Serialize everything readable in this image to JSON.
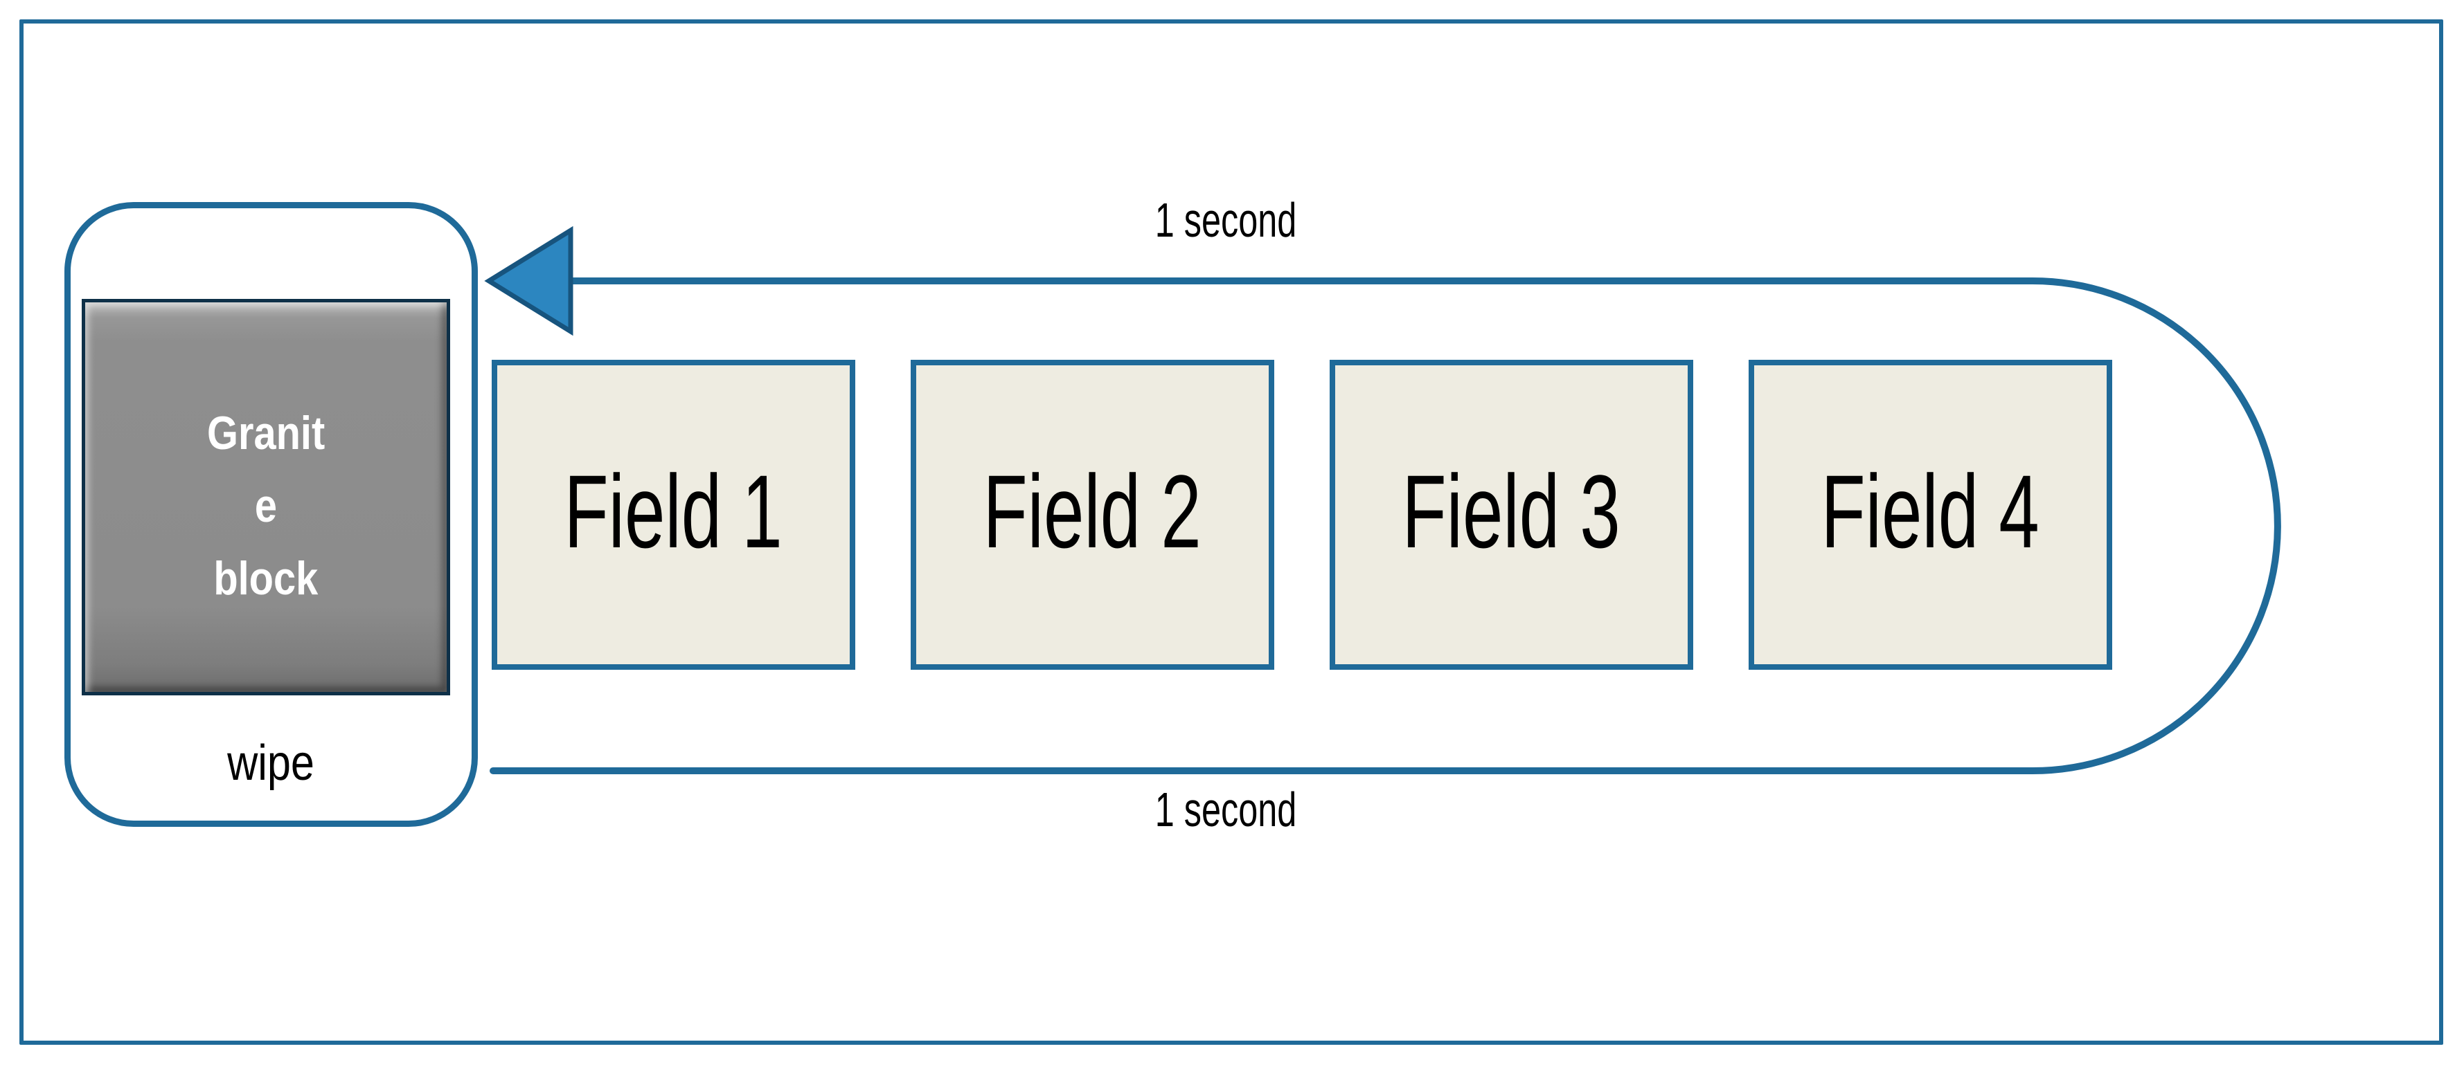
{
  "granite_block": {
    "label": "Granite block",
    "lines": [
      "Granit",
      "e",
      "block"
    ],
    "caption": "wipe"
  },
  "fields": [
    {
      "label": "Field 1"
    },
    {
      "label": "Field 2"
    },
    {
      "label": "Field 3"
    },
    {
      "label": "Field 4"
    }
  ],
  "cycle_arrow": {
    "top_label": "1 second",
    "bottom_label": "1 second"
  },
  "colors": {
    "line_blue": "#1f6a99",
    "arrow_head_fill": "#2c86c0",
    "arrow_head_stroke": "#17547e",
    "field_fill": "#eeece1",
    "granite_gray": "#8c8c8c",
    "granite_border": "#0e3048",
    "granite_text_white": "#ffffff",
    "label_black": "#000000",
    "background_white": "#ffffff"
  }
}
